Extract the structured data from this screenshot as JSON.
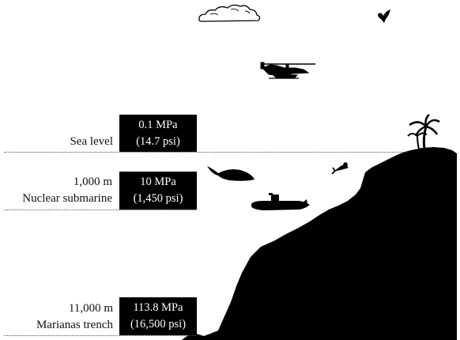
{
  "title": "",
  "levels": [
    {
      "depth": "",
      "place": "Sea level",
      "pressure": "0.1 MPa",
      "pressure_psi": "(14.7 psi)"
    },
    {
      "depth": "1,000 m",
      "place": "Nuclear submarine",
      "pressure": "10 MPa",
      "pressure_psi": "(1,450 psi)"
    },
    {
      "depth": "11,000 m",
      "place": "Marianas trench",
      "pressure": "113.8 MPa",
      "pressure_psi": "(16,500 psi)"
    }
  ],
  "illustrations": [
    "cloud-icon",
    "bird-icon",
    "helicopter-icon",
    "palm-tree-icon",
    "diver-icon",
    "whale-icon",
    "submarine-icon",
    "seafloor-cliff"
  ],
  "colors": {
    "fill": "#000000",
    "text": "#111111",
    "box_text": "#ffffff",
    "background": "#ffffff"
  }
}
